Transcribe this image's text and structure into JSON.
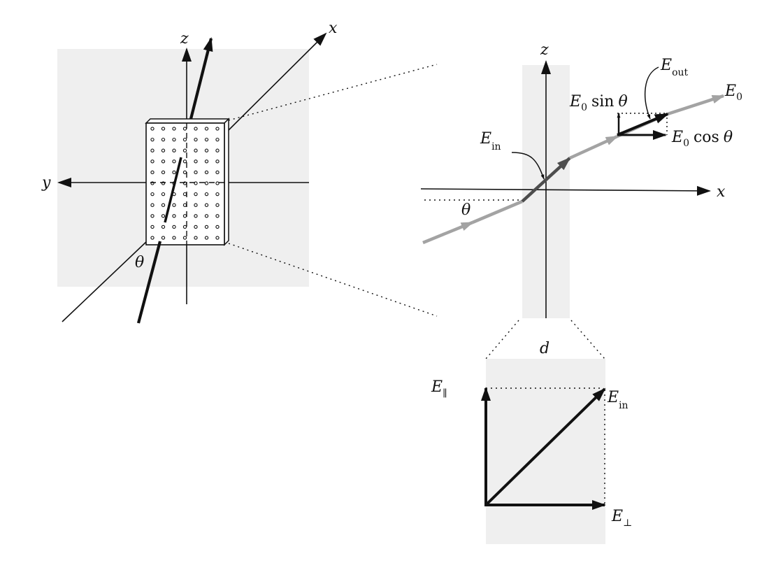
{
  "labels": {
    "left": {
      "z": "z",
      "x": "x",
      "y": "y",
      "theta": "θ"
    },
    "right": {
      "z": "z",
      "x": "x",
      "theta": "θ",
      "e_out": {
        "main": "E",
        "sub": "out"
      },
      "e0": {
        "main": "E",
        "sub": "0"
      },
      "e0_sin": {
        "main": "E",
        "sub": "0",
        "func": "sin",
        "var": "θ"
      },
      "e0_cos": {
        "main": "E",
        "sub": "0",
        "func": "cos",
        "var": "θ"
      },
      "e_in": {
        "main": "E",
        "sub": "in"
      }
    },
    "bottom": {
      "d": "d",
      "e_par": {
        "main": "E",
        "sub": "∥"
      },
      "e_in": {
        "main": "E",
        "sub": "in"
      },
      "e_perp": {
        "main": "E",
        "sub": "⊥"
      }
    }
  },
  "colors": {
    "panel": "#efefef",
    "ink": "#111111",
    "beam": "#a3a3a3",
    "inner_beam": "#4d4d4d"
  }
}
